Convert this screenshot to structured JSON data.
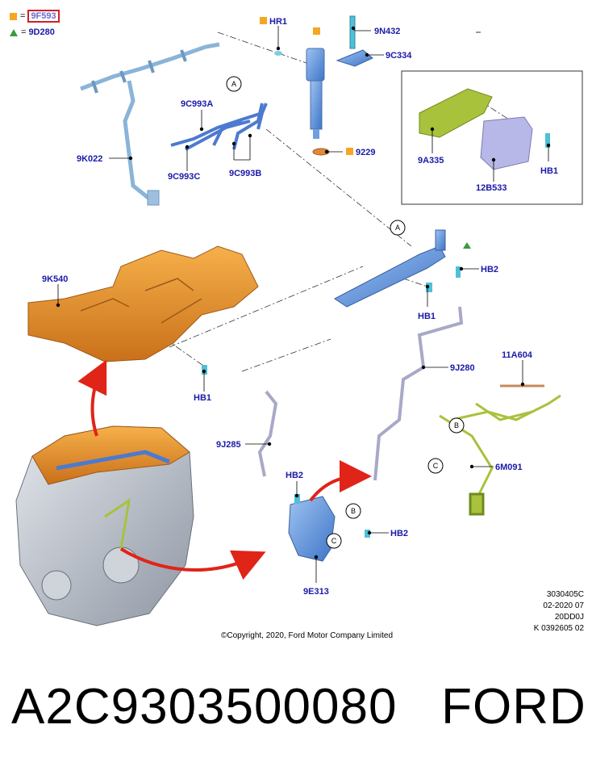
{
  "legend": {
    "items": [
      {
        "symbol": "orange-square",
        "eq": "=",
        "code": "9F593",
        "highlighted": true
      },
      {
        "symbol": "green-triangle",
        "eq": "=",
        "code": "9D280",
        "highlighted": false
      }
    ]
  },
  "labels": {
    "hr1": "HR1",
    "n9n432": "9N432",
    "n9c334": "9C334",
    "n9k022": "9K022",
    "n9c993a": "9C993A",
    "n9c993c": "9C993C",
    "n9c993b": "9C993B",
    "n9229": "9229",
    "n9a335": "9A335",
    "n12b533": "12B533",
    "hb1_inset": "HB1",
    "n9k540": "9K540",
    "hb1_a": "HB1",
    "hb1_b": "HB1",
    "hb2_a": "HB2",
    "hb2_b": "HB2",
    "hb2_c": "HB2",
    "n9j280": "9J280",
    "n11a604": "11A604",
    "n9j285": "9J285",
    "n6m091": "6M091",
    "n9e313": "9E313"
  },
  "callouts": {
    "a1": "A",
    "a2": "A",
    "b1": "B",
    "b2": "B",
    "c1": "C",
    "c2": "C"
  },
  "meta": {
    "ref_lines": [
      "3030405C",
      "02-2020 07",
      "20DD0J",
      "K 0392605 02"
    ],
    "copyright": "©Copyright, 2020, Ford Motor Company Limited"
  },
  "footer": {
    "part_number": "A2C9303500080",
    "brand": "FORD"
  },
  "colors": {
    "label": "#1a1aa8",
    "orange": "#f5a623",
    "green": "#3c9a3c",
    "part_blue": "#6f9fe0",
    "manifold": "#e8952c",
    "harness": "#a8c23c",
    "arrow": "#e02418"
  }
}
